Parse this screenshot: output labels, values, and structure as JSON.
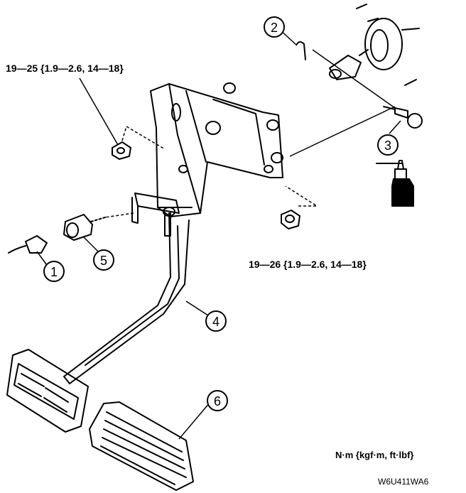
{
  "torque_labels": {
    "upper": "19—25 {1.9—2.6, 14—18}",
    "lower": "19—26 {1.9—2.6, 14—18}"
  },
  "callouts": [
    "1",
    "2",
    "3",
    "4",
    "5",
    "6"
  ],
  "units_note": "N·m {kgf·m, ft·lbf}",
  "figure_id": "W6U411WA6"
}
